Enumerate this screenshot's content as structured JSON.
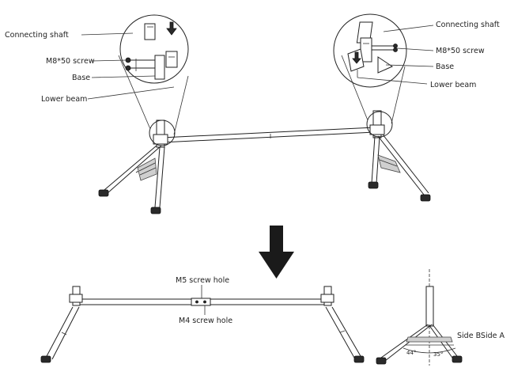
{
  "top_left_callout": {
    "connecting_shaft": "Connecting shaft",
    "m8_screw": "M8*50 screw",
    "base": "Base",
    "lower_beam": "Lower beam"
  },
  "top_right_callout": {
    "connecting_shaft": "Connecting shaft",
    "m8_screw": "M8*50 screw",
    "base": "Base",
    "lower_beam": "Lower beam"
  },
  "bottom_labels": {
    "m5_hole": "M5 screw hole",
    "m4_hole": "M4 screw hole"
  },
  "side_view": {
    "sides_label": "Side BSide A",
    "angle_left": "44°",
    "angle_right": "35°"
  }
}
